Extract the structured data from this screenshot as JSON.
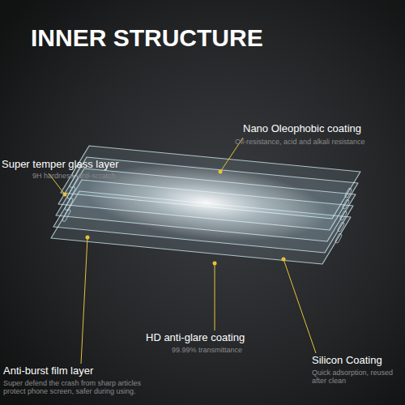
{
  "diagram": {
    "title": "INNER STRUCTURE",
    "labels": [
      "Super temper glass layer",
      "9H hardness, anti-scratch",
      "Nano Oleophobic coating",
      "Oil-resistance, acid and alkali resistance",
      "HD anti-glare coating",
      "99.99% transmittance",
      "Anti-burst film layer",
      "Super defend the crash from sharp articles protect phone screen, safer during using.",
      "Silicon Coating",
      "Quick adsorption, reused after clean"
    ]
  }
}
